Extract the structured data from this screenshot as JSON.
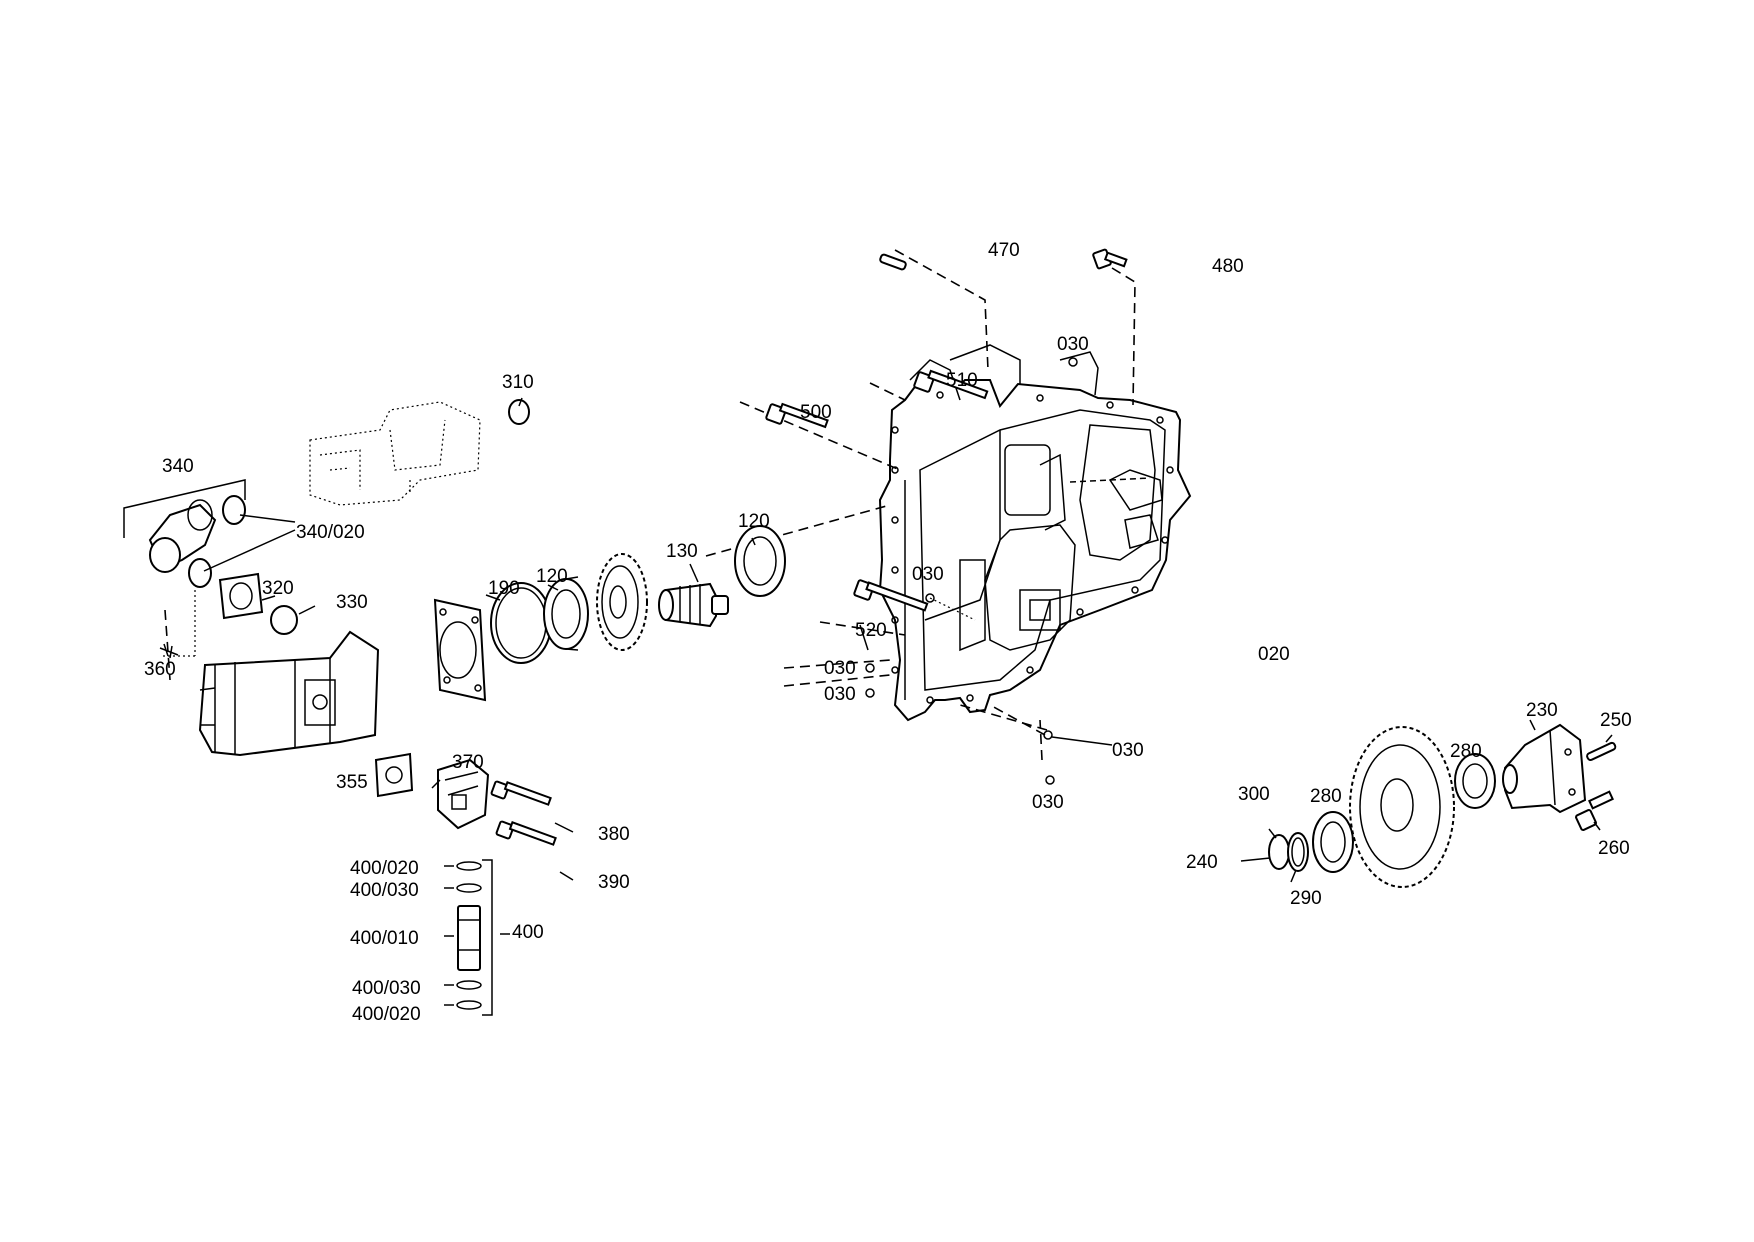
{
  "diagram": {
    "callouts": {
      "c470": "470",
      "c480": "480",
      "c030_top": "030",
      "c510": "510",
      "c500": "500",
      "c310": "310",
      "c340": "340",
      "c340_020": "340/020",
      "c120_right": "120",
      "c130": "130",
      "c190": "190",
      "c120_left": "120",
      "c320": "320",
      "c330": "330",
      "c360": "360",
      "c030_mid": "030",
      "c520": "520",
      "c030_l1": "030",
      "c030_l2": "030",
      "c020": "020",
      "c030_b1": "030",
      "c030_b2": "030",
      "c230": "230",
      "c250": "250",
      "c280_r": "280",
      "c300": "300",
      "c280_l": "280",
      "c240": "240",
      "c290": "290",
      "c260": "260",
      "c355": "355",
      "c370": "370",
      "c380": "380",
      "c390": "390",
      "c400_020_a": "400/020",
      "c400_030_a": "400/030",
      "c400_010": "400/010",
      "c400": "400",
      "c400_030_b": "400/030",
      "c400_020_b": "400/020"
    }
  }
}
